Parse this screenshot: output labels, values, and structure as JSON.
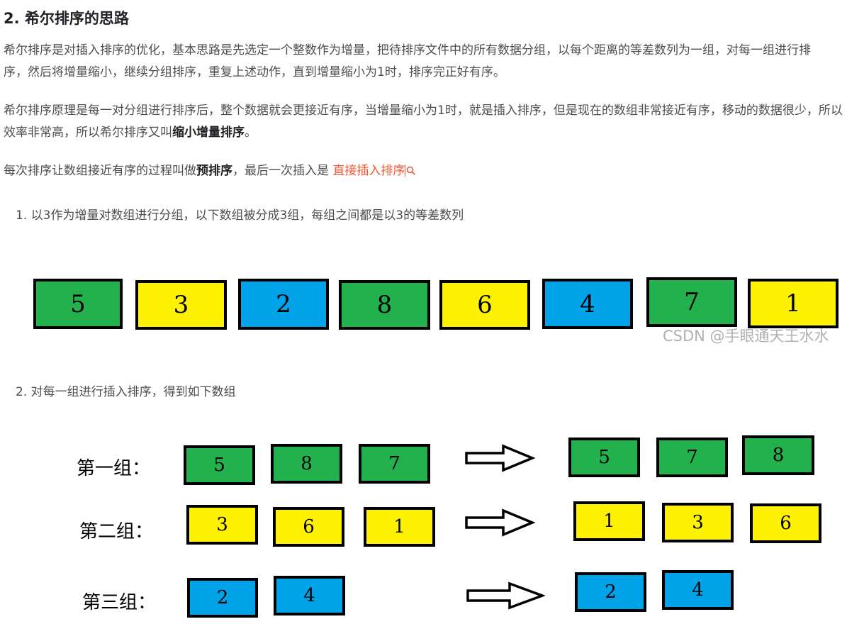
{
  "heading": "2. 希尔排序的思路",
  "p1": " 希尔排序是对插入排序的优化，基本思路是先选定一个整数作为增量，把待排序文件中的所有数据分组，以每个距离的等差数列为一组，对每一组进行排序，然后将增量缩小，继续分组排序，重复上述动作，直到增量缩小为1时，排序完正好有序。",
  "p2": {
    "text": " 希尔排序原理是每一对分组进行排序后，整个数据就会更接近有序，当增量缩小为1时，就是插入排序，但是现在的数组非常接近有序，移动的数据很少，所以效率非常高，所以希尔排序又叫",
    "bold": "缩小增量排序",
    "end": "。"
  },
  "p3": {
    "text": " 每次排序让数组接近有序的过程叫做",
    "bold": "预排序",
    "mid": "，最后一次插入是 ",
    "link": "直接插入排序"
  },
  "step1": "1. 以3作为增量对数组进行分组，以下数组被分成3组，每组之间都是以3的等差数列",
  "step2": "2. 对每一组进行插入排序，得到如下数组",
  "watermark": "CSDN @手眼通天王水水",
  "colors": {
    "green": "#22b14c",
    "yellow": "#fff200",
    "blue": "#00a2e8",
    "link": "#fc5531"
  },
  "array": [
    "5",
    "3",
    "2",
    "8",
    "6",
    "4",
    "7",
    "1"
  ],
  "groups": [
    {
      "label": "第一组：",
      "before": [
        "5",
        "8",
        "7"
      ],
      "after": [
        "5",
        "7",
        "8"
      ]
    },
    {
      "label": "第二组：",
      "before": [
        "3",
        "6",
        "1"
      ],
      "after": [
        "1",
        "3",
        "6"
      ]
    },
    {
      "label": "第三组：",
      "before": [
        "2",
        "4"
      ],
      "after": [
        "2",
        "4"
      ]
    }
  ]
}
